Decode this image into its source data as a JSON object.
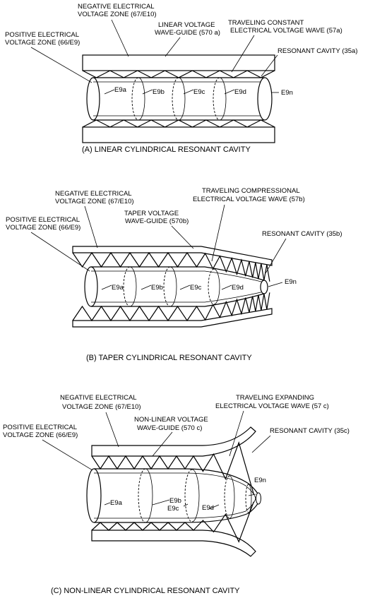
{
  "panel_a": {
    "negative_zone": [
      "NEGATIVE ELECTRICAL",
      "VOLTAGE ZONE (67/E10)"
    ],
    "positive_zone": [
      "POSITIVE ELECTRICAL",
      "VOLTAGE ZONE (66/E9)"
    ],
    "waveguide": [
      "LINEAR VOLTAGE",
      "WAVE-GUIDE (570 a)"
    ],
    "wave": [
      "TRAVELING CONSTANT",
      "ELECTRICAL VOLTAGE WAVE (57a)"
    ],
    "cavity": "RESONANT CAVITY (35a)",
    "zones": [
      "E9a",
      "E9b",
      "E9c",
      "E9d"
    ],
    "end_label": "E9n",
    "caption": "(A) LINEAR CYLINDRICAL RESONANT CAVITY"
  },
  "panel_b": {
    "negative_zone": [
      "NEGATIVE ELECTRICAL",
      "VOLTAGE ZONE (67/E10)"
    ],
    "positive_zone": [
      "POSITIVE  ELECTRICAL",
      "VOLTAGE ZONE (66/E9)"
    ],
    "waveguide": [
      "TAPER VOLTAGE",
      "WAVE-GUIDE (570b)"
    ],
    "wave": [
      "TRAVELING COMPRESSIONAL",
      "ELECTRICAL VOLTAGE WAVE (57b)"
    ],
    "cavity": "RESONANT CAVITY (35b)",
    "zones": [
      "E9a",
      "E9b",
      "E9c",
      "E9d"
    ],
    "end_label": "E9n",
    "caption": "(B) TAPER CYLINDRICAL RESONANT CAVITY"
  },
  "panel_c": {
    "negative_zone": [
      "NEGATIVE ELECTRICAL",
      "VOLTAGE ZONE (67/E10)"
    ],
    "positive_zone": [
      "POSITIVE  ELECTRICAL",
      "VOLTAGE ZONE (66/E9)"
    ],
    "waveguide": [
      "NON-LINEAR VOLTAGE",
      "WAVE-GUIDE (570 c)"
    ],
    "wave": [
      "TRAVELING EXPANDING",
      "ELECTRICAL VOLTAGE WAVE (57 c)"
    ],
    "cavity": "RESONANT CAVITY (35c)",
    "zones": [
      "E9a",
      "E9b",
      "E9c",
      "E9d"
    ],
    "end_label": "E9n",
    "caption": "(C) NON-LINEAR CYLINDRICAL RESONANT CAVITY"
  }
}
